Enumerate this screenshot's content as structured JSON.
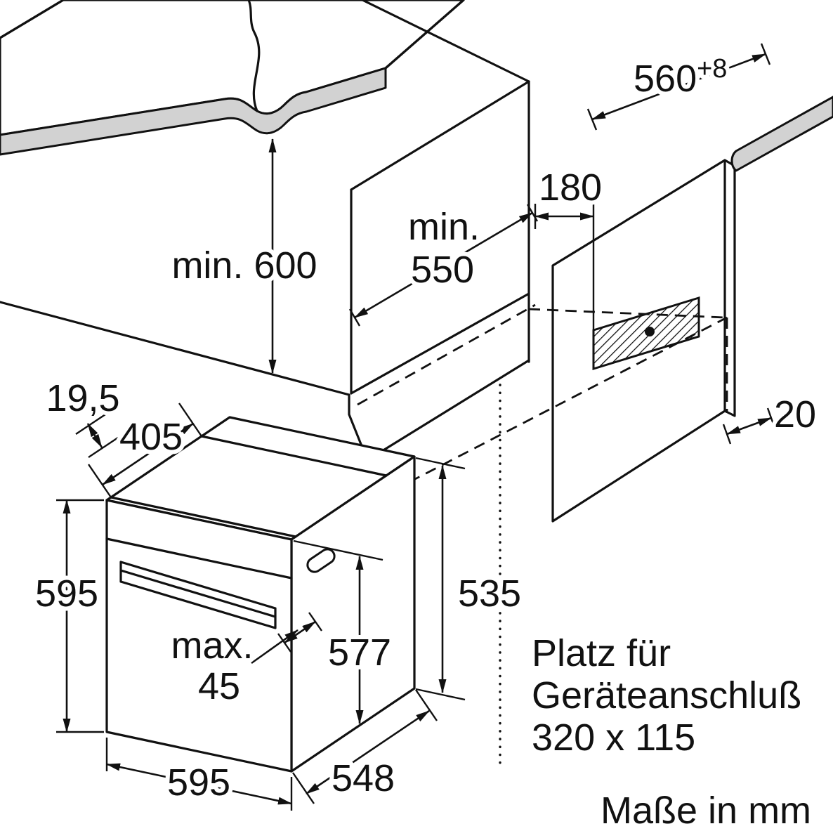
{
  "meta": {
    "units_note": "Maße in mm"
  },
  "top_diagram": {
    "dim_min_height": "min. 600",
    "dim_min_depth_line1": "min.",
    "dim_min_depth_line2": "550",
    "dim_niche_width": "560",
    "dim_niche_width_tolerance": "+8",
    "dim_connection_offset": "180",
    "dim_rear_gap": "20"
  },
  "oven_diagram": {
    "dim_top_offset": "19,5",
    "dim_top_depth": "405",
    "dim_front_height": "595",
    "dim_side_height": "535",
    "dim_body_height": "577",
    "dim_handle_line1": "max.",
    "dim_handle_line2": "45",
    "dim_width": "595",
    "dim_depth": "548"
  },
  "note": {
    "line1": "Platz für",
    "line2": "Geräteanschluß",
    "line3": "320 x 115"
  },
  "colors": {
    "line": "#111111",
    "counter_fill": "#d2d2d2"
  }
}
